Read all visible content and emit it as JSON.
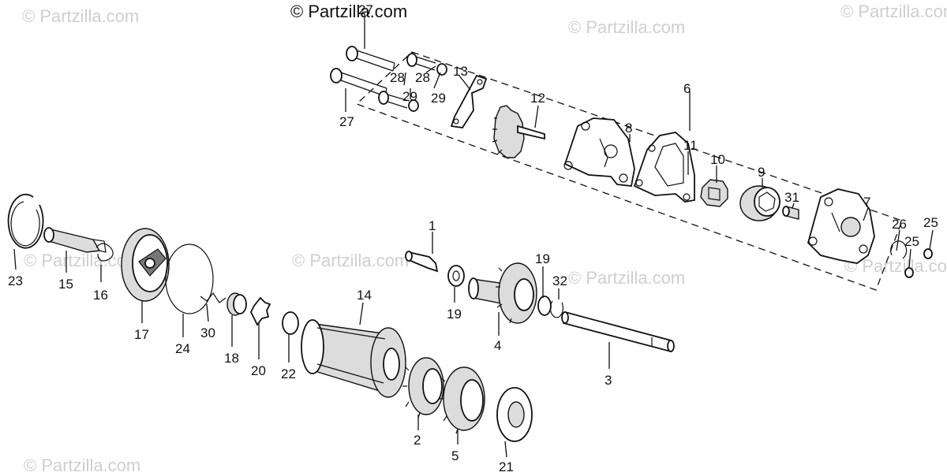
{
  "watermarks": [
    "© Partzilla.com",
    "© Partzilla.com",
    "© Partzilla.com",
    "© Partzilla.com",
    "© Partzilla.com",
    "© Partzilla.com",
    "© Partzilla.com",
    "© Partzilla.com"
  ],
  "copyright": "© Partzilla.com",
  "callouts": [
    "27",
    "27",
    "28",
    "28",
    "29",
    "29",
    "13",
    "12",
    "6",
    "8",
    "11",
    "10",
    "9",
    "31",
    "7",
    "26",
    "25",
    "25",
    "1",
    "19",
    "32",
    "19",
    "4",
    "3",
    "14",
    "23",
    "15",
    "16",
    "17",
    "24",
    "30",
    "18",
    "20",
    "22",
    "2",
    "5",
    "21"
  ],
  "colors": {
    "ink": "#111111",
    "watermark": "#cfcfcf",
    "background": "#ffffff"
  }
}
